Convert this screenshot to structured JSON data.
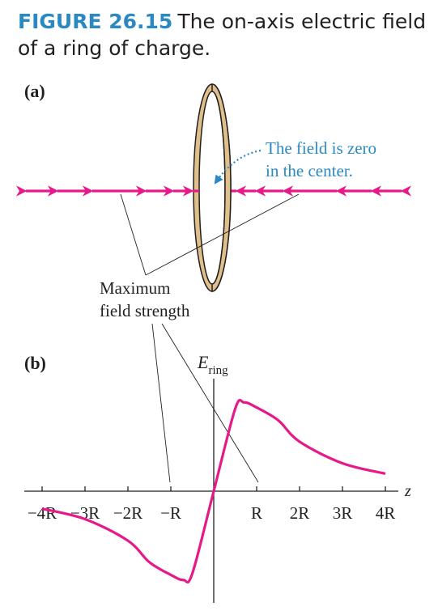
{
  "caption": {
    "label": "FIGURE 26.15",
    "text": "The on-axis electric field of a ring of charge."
  },
  "panel_a": {
    "label": "(a)",
    "callout_line1": "The field is zero",
    "callout_line2": "in the center.",
    "max_line1": "Maximum",
    "max_line2": "field strength"
  },
  "panel_b": {
    "label": "(b)",
    "y_label_main": "E",
    "y_label_sub": "ring",
    "x_label": "z",
    "ticks": [
      "−4R",
      "−3R",
      "−2R",
      "−R",
      "R",
      "2R",
      "3R",
      "4R"
    ]
  },
  "colors": {
    "field": "#e6198a",
    "callout": "#2a89c2",
    "ring_fill": "#dfc08a",
    "ring_stroke": "#231f20",
    "text": "#231f20"
  },
  "chart_data": {
    "type": "line",
    "x": [
      -4,
      -3,
      -2,
      -1.5,
      -1,
      -0.7071,
      -0.5,
      0,
      0.5,
      0.7071,
      1,
      1.5,
      2,
      3,
      4
    ],
    "series": [
      {
        "values": [
          -0.228,
          -0.363,
          -0.644,
          -0.923,
          -1.088,
          -1.155,
          -1.073,
          0,
          1.073,
          1.155,
          1.088,
          0.923,
          0.644,
          0.363,
          0.228
        ]
      }
    ],
    "xlabel": "z",
    "ylabel": "E_ring",
    "xlim": [
      -4,
      4
    ]
  }
}
